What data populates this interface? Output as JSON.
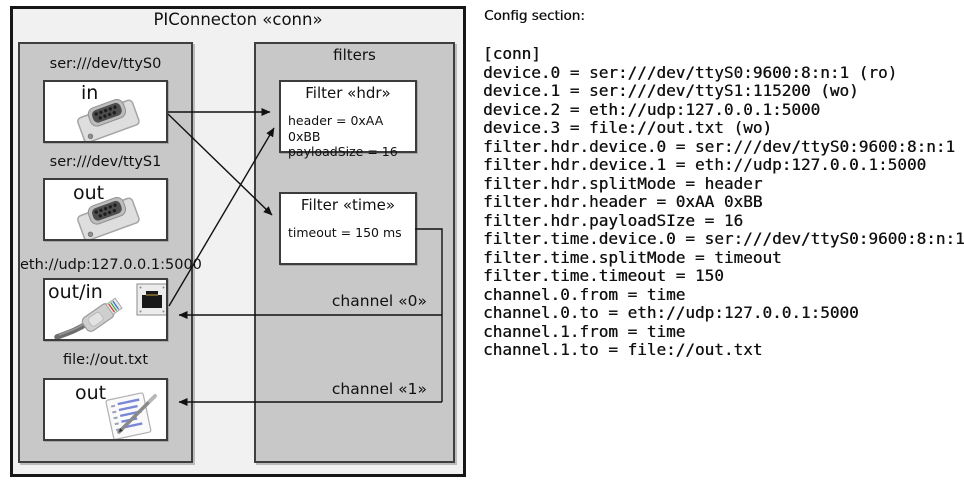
{
  "diagram": {
    "title": "PIConnecton «conn»",
    "devices_panel": {
      "devices": [
        {
          "url": "ser:///dev/ttyS0",
          "mode": "in",
          "icon": "serial-connector-icon"
        },
        {
          "url": "ser:///dev/ttyS1",
          "mode": "out",
          "icon": "serial-connector-icon"
        },
        {
          "url": "eth://udp:127.0.0.1:5000",
          "mode": "out/in",
          "icon": "ethernet-connector-icon"
        },
        {
          "url": "file://out.txt",
          "mode": "out",
          "icon": "notes-file-icon"
        }
      ]
    },
    "filters_panel": {
      "title": "filters",
      "filters": [
        {
          "title": "Filter «hdr»",
          "attributes": [
            "header = 0xAA 0xBB",
            "payloadSize = 16"
          ]
        },
        {
          "title": "Filter «time»",
          "attributes": [
            "timeout = 150 ms"
          ]
        }
      ]
    },
    "channels": [
      "channel «0»",
      "channel «1»"
    ]
  },
  "config": {
    "heading": "Config section:",
    "lines": [
      "[conn]",
      "device.0 = ser:///dev/ttyS0:9600:8:n:1 (ro)",
      "device.1 = ser:///dev/ttyS1:115200 (wo)",
      "device.2 = eth://udp:127.0.0.1:5000",
      "device.3 = file://out.txt (wo)",
      "filter.hdr.device.0 = ser:///dev/ttyS0:9600:8:n:1",
      "filter.hdr.device.1 = eth://udp:127.0.0.1:5000",
      "filter.hdr.splitMode = header",
      "filter.hdr.header = 0xAA 0xBB",
      "filter.hdr.payloadSIze = 16",
      "filter.time.device.0 = ser:///dev/ttyS0:9600:8:n:1",
      "filter.time.splitMode = timeout",
      "filter.time.timeout = 150",
      "channel.0.from = time",
      "channel.0.to = eth://udp:127.0.0.1:5000",
      "channel.1.from = time",
      "channel.1.to = file://out.txt"
    ]
  },
  "colors": {
    "outer_fill": "#f1f1f1",
    "panel_fill": "#c8c8c8",
    "box_fill": "#ffffff",
    "border": "#3c3c3c",
    "line": "#111111"
  }
}
